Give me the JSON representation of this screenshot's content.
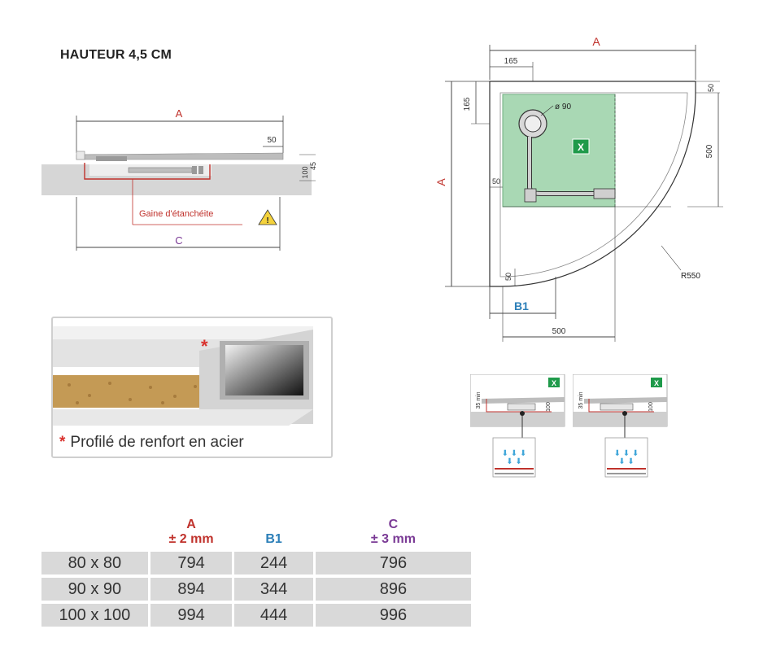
{
  "title": "HAUTEUR 4,5 CM",
  "section_drawing": {
    "label_a": "A",
    "label_c": "C",
    "dim_50": "50",
    "dim_45": "45",
    "dim_100": "100",
    "gaine_label": "Gaine d'étanchéite",
    "warning_icon": "warning-triangle-icon"
  },
  "plan_drawing": {
    "label_a_top": "A",
    "label_a_side": "A",
    "dim_165_top": "165",
    "dim_165_side": "165",
    "dim_50_top_right": "50",
    "dim_500_right": "500",
    "dim_50_left": "50",
    "dim_50_bottom": "50",
    "diameter": "ø 90",
    "radius": "R550",
    "label_b1": "B1",
    "dim_500_bottom": "500",
    "x_badge": "X"
  },
  "install_diagrams": [
    {
      "x_badge": "X",
      "min_label": "35 min",
      "dim_label": "100"
    },
    {
      "x_badge": "X",
      "min_label": "35 min",
      "dim_label": "100"
    }
  ],
  "photo": {
    "caption_star": "*",
    "caption": "Profilé de renfort en acier",
    "marker": "*"
  },
  "table": {
    "headers": [
      {
        "name": "",
        "unit": ""
      },
      {
        "name": "A",
        "unit": "± 2 mm"
      },
      {
        "name": "B1",
        "unit": ""
      },
      {
        "name": "C",
        "unit": "± 3 mm"
      }
    ],
    "rows": [
      [
        "80 x 80",
        "794",
        "244",
        "796"
      ],
      [
        "90 x 90",
        "894",
        "344",
        "896"
      ],
      [
        "100 x 100",
        "994",
        "444",
        "996"
      ]
    ]
  },
  "colors": {
    "dim_a": "#c0322c",
    "dim_b1": "#2c7fb8",
    "dim_c": "#7a3a95",
    "zone_green": "#a9d8b4",
    "badge_green": "#1f9a4a",
    "seal_red": "#c0322c"
  }
}
